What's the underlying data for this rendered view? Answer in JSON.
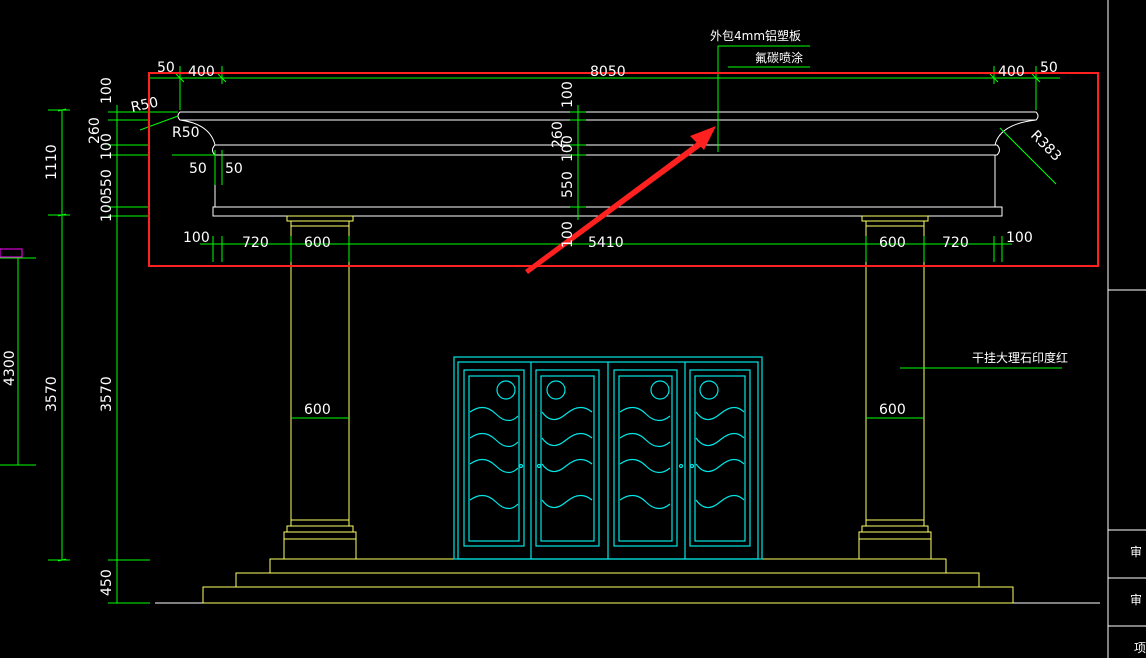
{
  "labels": {
    "top_50_left": "50",
    "top_400_left": "400",
    "top_8050": "8050",
    "top_400_right": "400",
    "top_50_right": "50",
    "r50_upper": "R50",
    "r50_lower": "R50",
    "r383": "R383",
    "left_100_top": "100",
    "left_260": "260",
    "left_100_mid": "100",
    "left_550": "550",
    "left_100_low": "100",
    "left_1110": "1110",
    "left_3570_outer": "3570",
    "left_3570_inner": "3570",
    "left_450": "450",
    "left_4300": "4300",
    "mid_100_top": "100",
    "mid_260": "260",
    "mid_100_mid": "100",
    "mid_550": "550",
    "mid_100_low": "100",
    "small_50_a": "50",
    "small_50_b": "50",
    "bot_100_left": "100",
    "bot_720_left": "720",
    "bot_600_left": "600",
    "bot_5410": "5410",
    "bot_600_right": "600",
    "bot_720_right": "720",
    "bot_100_right": "100",
    "col_600_left": "600",
    "col_600_right": "600",
    "note_cladding_1": "外包4mm铝塑板",
    "note_cladding_2": "氟碳喷涂",
    "note_marble": "干挂大理石印度红",
    "title_block_1": "审",
    "title_block_2": "审",
    "title_block_3": "项"
  },
  "colors": {
    "background": "#000000",
    "outline": "#ffffff",
    "dimension": "#00ff00",
    "column": "#ffff66",
    "door": "#00e5e5",
    "highlight": "#ff2020",
    "accent": "#ff00ff"
  }
}
